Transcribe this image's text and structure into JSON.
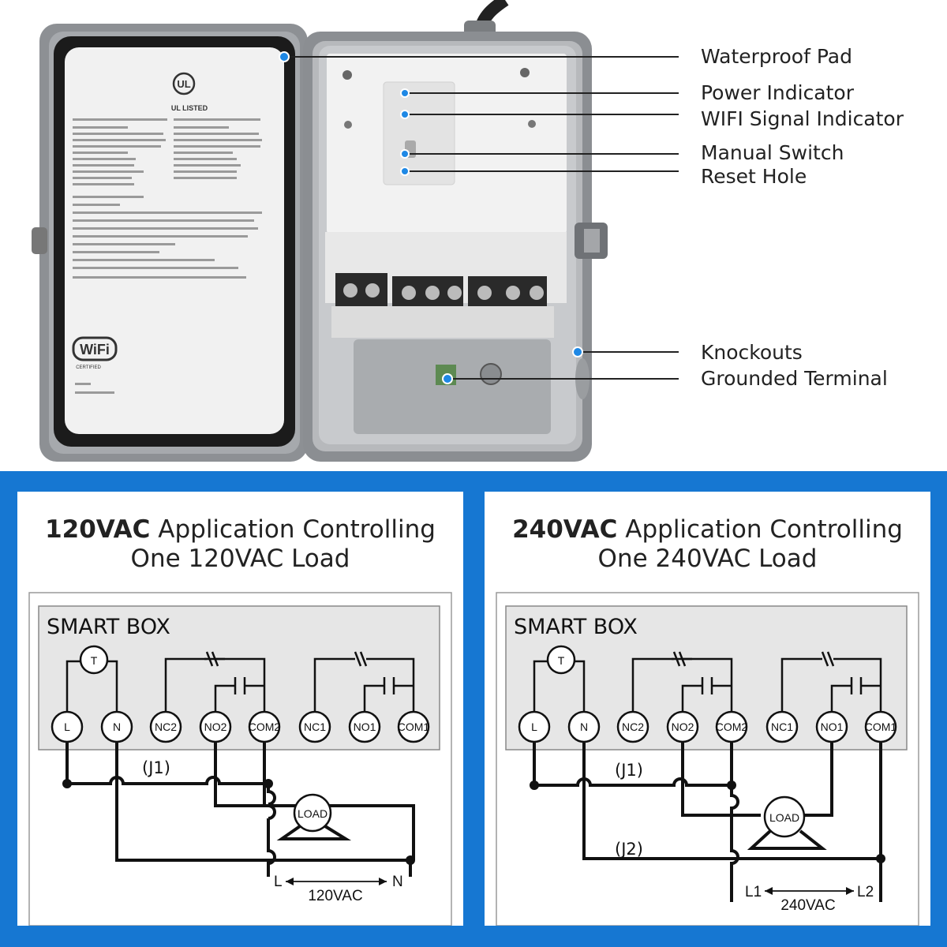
{
  "callouts": {
    "waterproof_pad": "Waterproof Pad",
    "power_indicator": "Power Indicator",
    "wifi_indicator": "WIFI Signal Indicator",
    "manual_switch": "Manual Switch",
    "reset_hole": "Reset Hole",
    "knockouts": "Knockouts",
    "grounded_terminal": "Grounded Terminal"
  },
  "device_label": {
    "logo_text": "UL LISTED",
    "wifi_logo": "WiFi",
    "wifi_certified": "CERTIFIED"
  },
  "left_diagram": {
    "title_bold": "120VAC",
    "title_rest": " Application Controlling",
    "title_line2": "One 120VAC Load",
    "box_label": "SMART BOX",
    "timer": "T",
    "terminals": [
      "L",
      "N",
      "NC2",
      "NO2",
      "COM2",
      "NC1",
      "NO1",
      "COM1"
    ],
    "jumper": "(J1)",
    "load": "LOAD",
    "line_l": "L",
    "line_n": "N",
    "voltage": "120VAC"
  },
  "right_diagram": {
    "title_bold": "240VAC",
    "title_rest": " Application Controlling",
    "title_line2": "One 240VAC Load",
    "box_label": "SMART BOX",
    "timer": "T",
    "terminals": [
      "L",
      "N",
      "NC2",
      "NO2",
      "COM2",
      "NC1",
      "NO1",
      "COM1"
    ],
    "jumper1": "(J1)",
    "jumper2": "(J2)",
    "load": "LOAD",
    "line_l1": "L1",
    "line_l2": "L2",
    "voltage": "240VAC"
  },
  "colors": {
    "band_blue": "#1677d2",
    "callout_dot": "#1e88e5",
    "enclosure_gray": "#8c8f93",
    "box_fill": "#e6e6e6"
  }
}
